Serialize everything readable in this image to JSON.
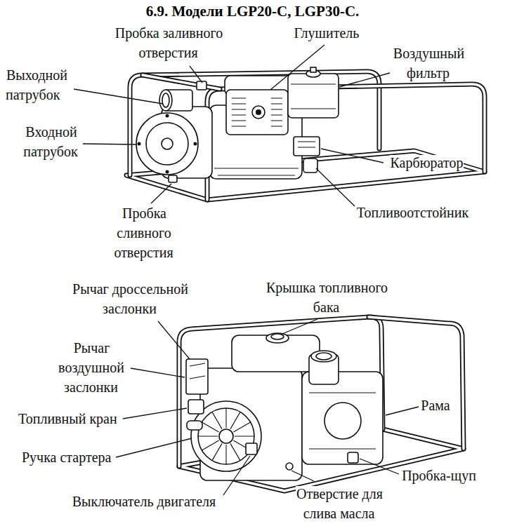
{
  "diagram": {
    "title": "6.9. Модели LGP20-C, LGP30-C.",
    "labels": [
      "Пробка заливного отверстия",
      "Глушитель",
      "Выходной патрубок",
      "Воздушный фильтр",
      "Входной патрубок",
      "Карбюратор",
      "Пробка сливного отверстия",
      "Топливоотстойник",
      "Рычаг дроссельной заслонки",
      "Крышка топливного бака",
      "Рычаг воздушной заслонки",
      "Топливный кран",
      "Рама",
      "Ручка стартера",
      "Пробка-щуп",
      "Выключатель двигателя",
      "Отверстие для слива масла"
    ]
  }
}
